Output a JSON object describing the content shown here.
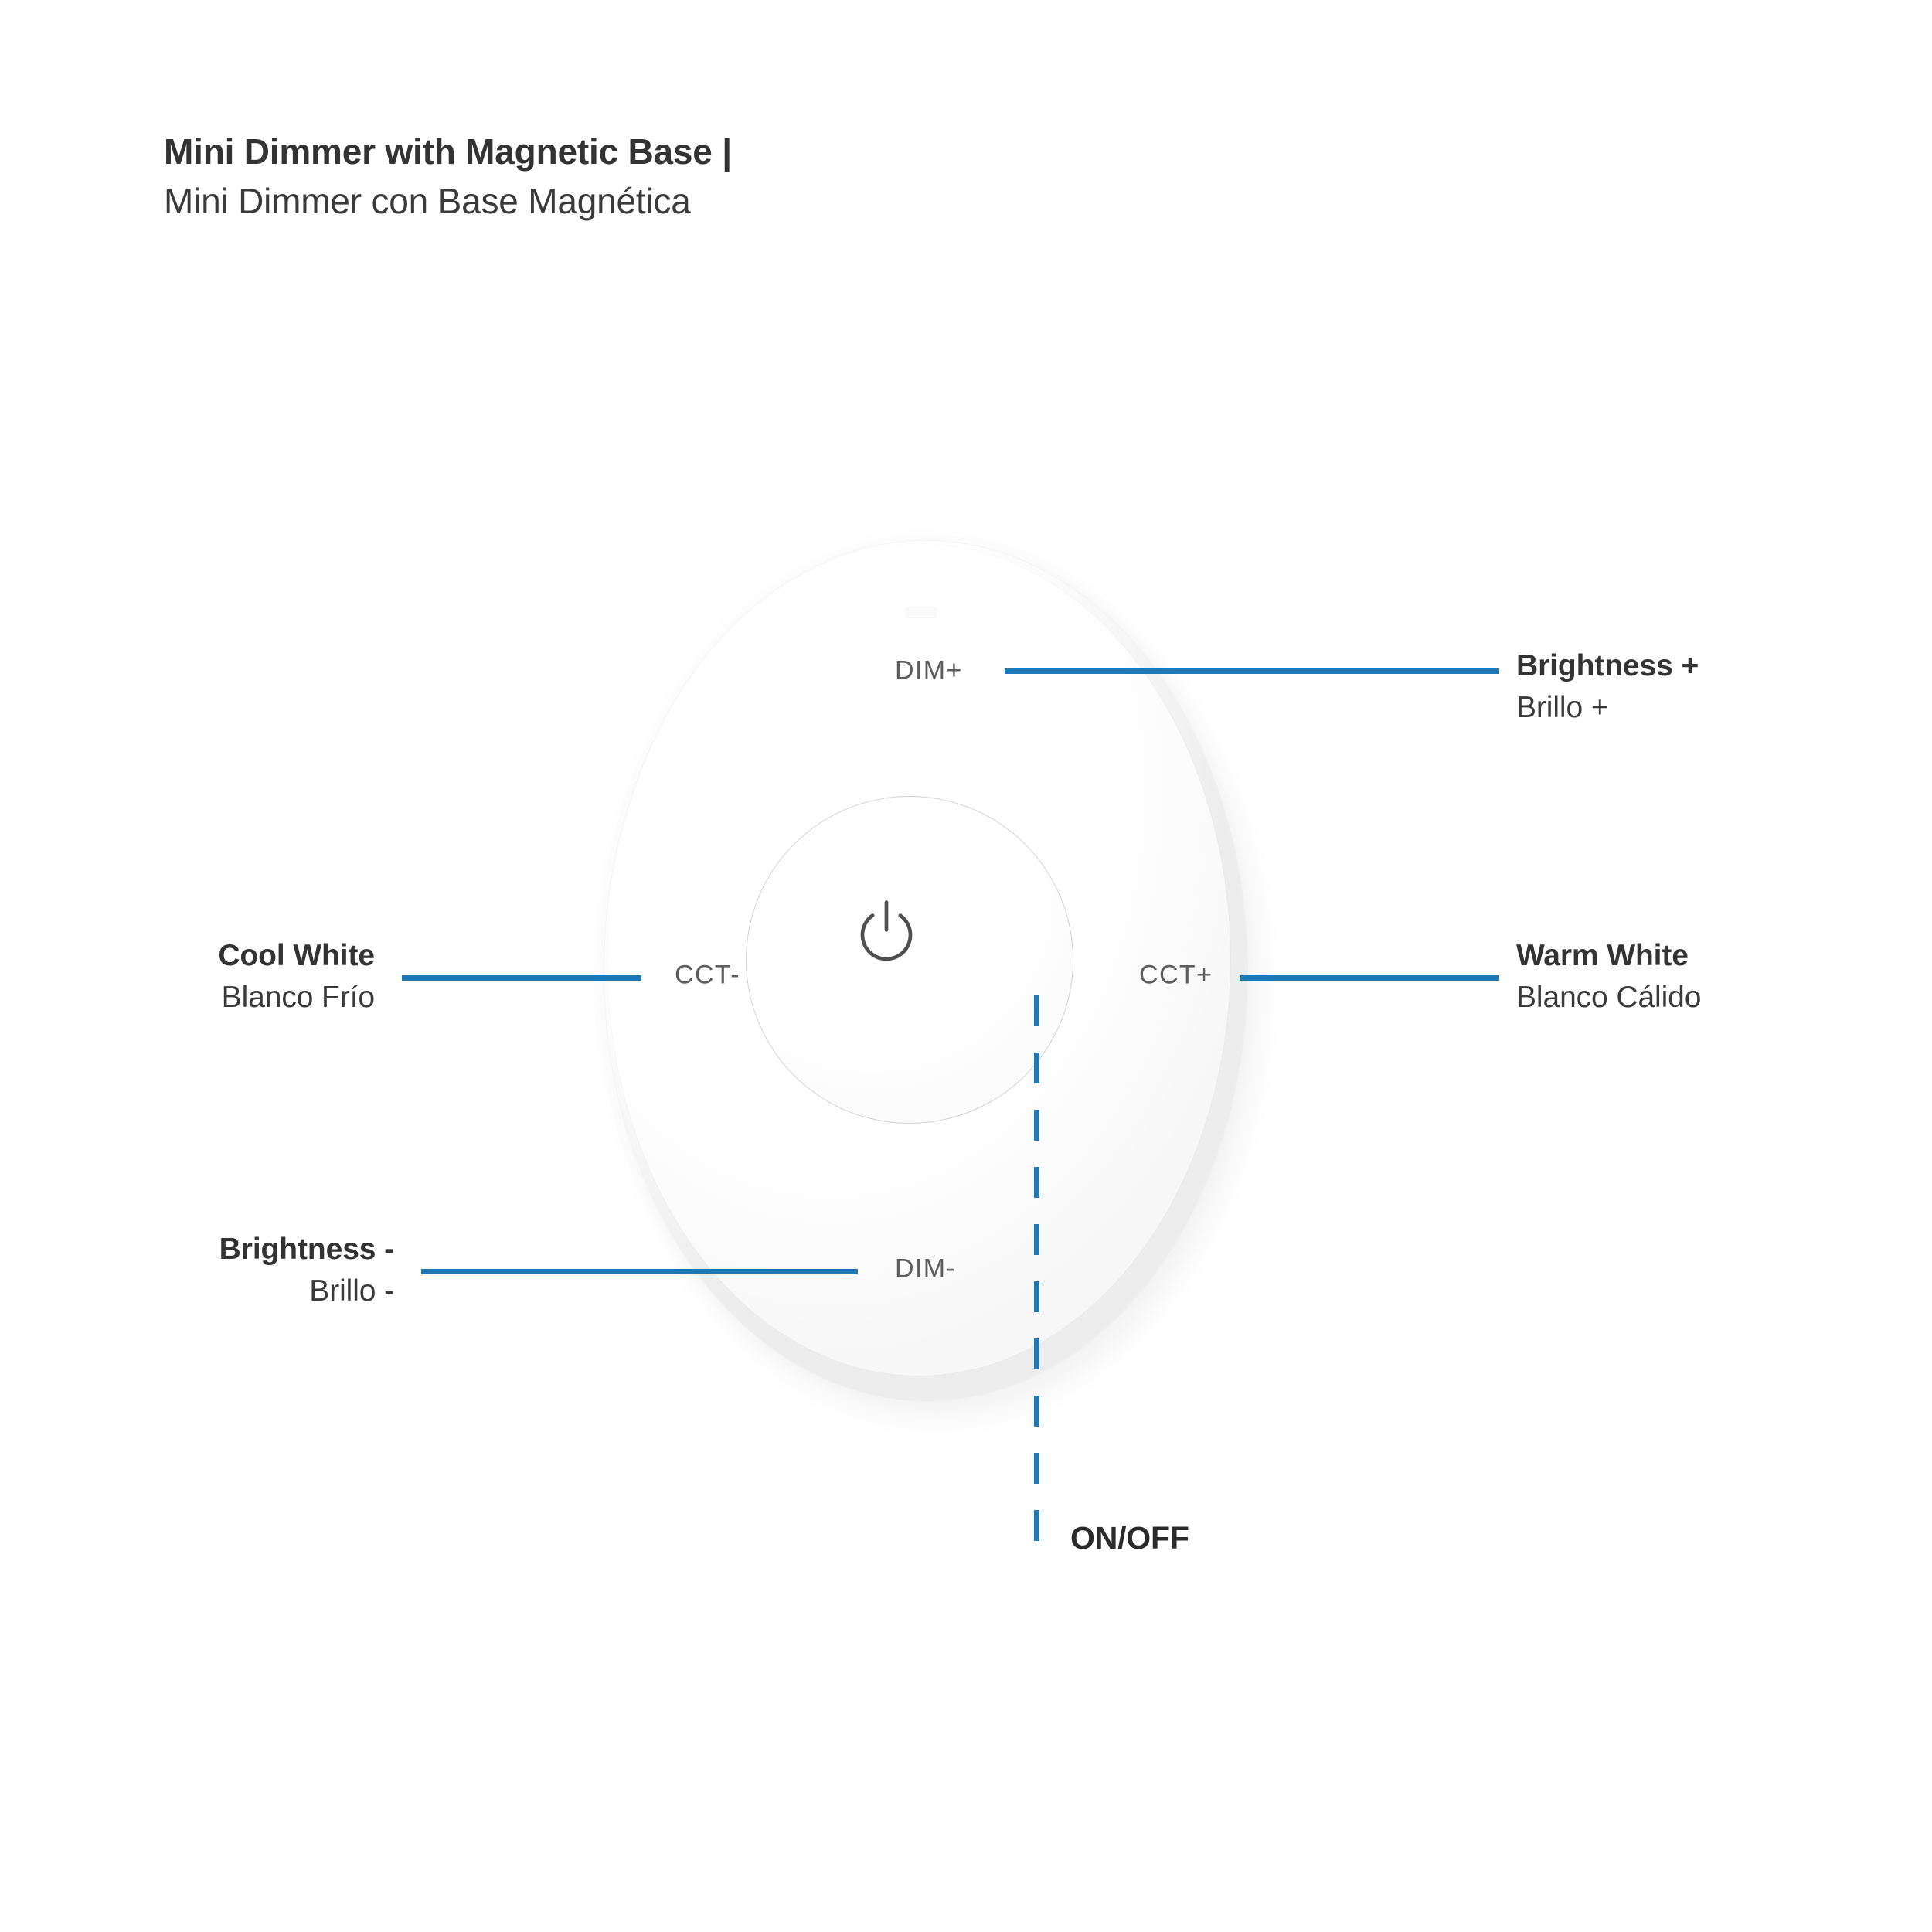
{
  "heading": {
    "title_en": "Mini Dimmer with Magnetic Base |",
    "title_es": "Mini Dimmer con Base Magnética"
  },
  "colors": {
    "leader_blue": "#1f78b4",
    "heading_text": "#333333",
    "silk_text": "#5d5d5d",
    "device_body": "#ffffff"
  },
  "device": {
    "name": "mini-dimmer-remote",
    "silkscreen": {
      "dim_plus": "DIM+",
      "dim_minus": "DIM-",
      "cct_minus": "CCT-",
      "cct_plus": "CCT+"
    },
    "center_button": {
      "icon": "power-icon",
      "function": "ON/OFF"
    },
    "indicator": "led-indicator"
  },
  "callouts": [
    {
      "id": "brightness-plus",
      "side": "right",
      "title": "Brightness +",
      "sub": "Brillo +",
      "points_to": "DIM+"
    },
    {
      "id": "warm-white",
      "side": "right",
      "title": "Warm White",
      "sub": "Blanco Cálido",
      "points_to": "CCT+"
    },
    {
      "id": "cool-white",
      "side": "left",
      "title": "Cool White",
      "sub": "Blanco Frío",
      "points_to": "CCT-"
    },
    {
      "id": "brightness-minus",
      "side": "left",
      "title": "Brightness -",
      "sub": "Brillo -",
      "points_to": "DIM-"
    }
  ],
  "onoff_callout": {
    "id": "on-off",
    "label": "ON/OFF",
    "style": "dashed-vertical",
    "points_to": "center-power-button"
  }
}
